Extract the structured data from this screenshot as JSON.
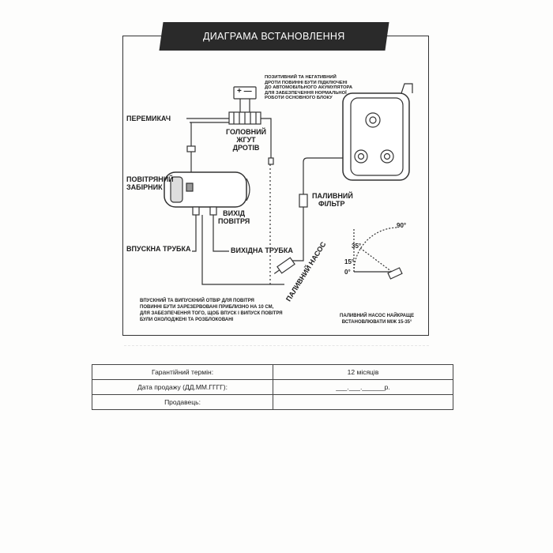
{
  "title": "ДИАГРАМА ВСТАНОВЛЕННЯ",
  "battery": {
    "symbol": "+ —"
  },
  "labels": {
    "battery_note": [
      "ПОЗИТИВНИЙ ТА НЕГАТИВНИЙ",
      "ДРОТИ ПОВИННІ БУТИ ПІДКЛЮЧЕНІ",
      "ДО АВТОМОБІЛЬНОГО АКУМУЛЯТОРА",
      "ДЛЯ ЗАБЕЗПЕЧЕННЯ НОРМАЛЬНОЇ",
      "РОБОТИ ОСНОВНОГО БЛОКУ"
    ],
    "switch": "ПЕРЕМИКАЧ",
    "harness": [
      "ГОЛОВНИЙ",
      "ЖГУТ",
      "ДРОТІВ"
    ],
    "air_intake": [
      "ПОВІТРЯНИЙ",
      "ЗАБІРНИК"
    ],
    "air_outlet": [
      "ВИХІД",
      "ПОВІТРЯ"
    ],
    "fuel_filter": [
      "ПАЛИВНИЙ",
      "ФІЛЬТР"
    ],
    "intake_pipe": "ВПУСКНА ТРУБКА",
    "exhaust_pipe": "ВИХІДНА ТРУБКА",
    "fuel_pump": "ПАЛИВНИЙ НАСОС",
    "bottom_note": [
      "ВПУСКНИЙ ТА ВИПУСКНИЙ ОТВІР ДЛЯ ПОВІТРЯ",
      "ПОВИННІ БУТИ ЗАРЕЗЕРВОВАНІ ПРИБЛИЗНО НА 10 СМ,",
      "ДЛЯ ЗАБЕЗПЕЧЕННЯ ТОГО, ЩОБ ВПУСК І ВИПУСК ПОВІТРЯ",
      "БУЛИ ОХОЛОДЖЕНІ ТА РОЗБЛОКОВАНІ"
    ],
    "pump_note": [
      "ПАЛИВНИЙ НАСОС НАЙКРАЩЕ",
      "ВСТАНОВЛЮВАТИ МІЖ 15-35°"
    ]
  },
  "angles": [
    "90°",
    "35°",
    "15°",
    "0°"
  ],
  "warranty_table": [
    {
      "label": "Гарантійний термін:",
      "value": "12 місяців"
    },
    {
      "label": "Дата продажу (ДД.ММ.ГГГГ):",
      "value": "___.___.______р."
    },
    {
      "label": "Продавець:",
      "value": ""
    }
  ]
}
